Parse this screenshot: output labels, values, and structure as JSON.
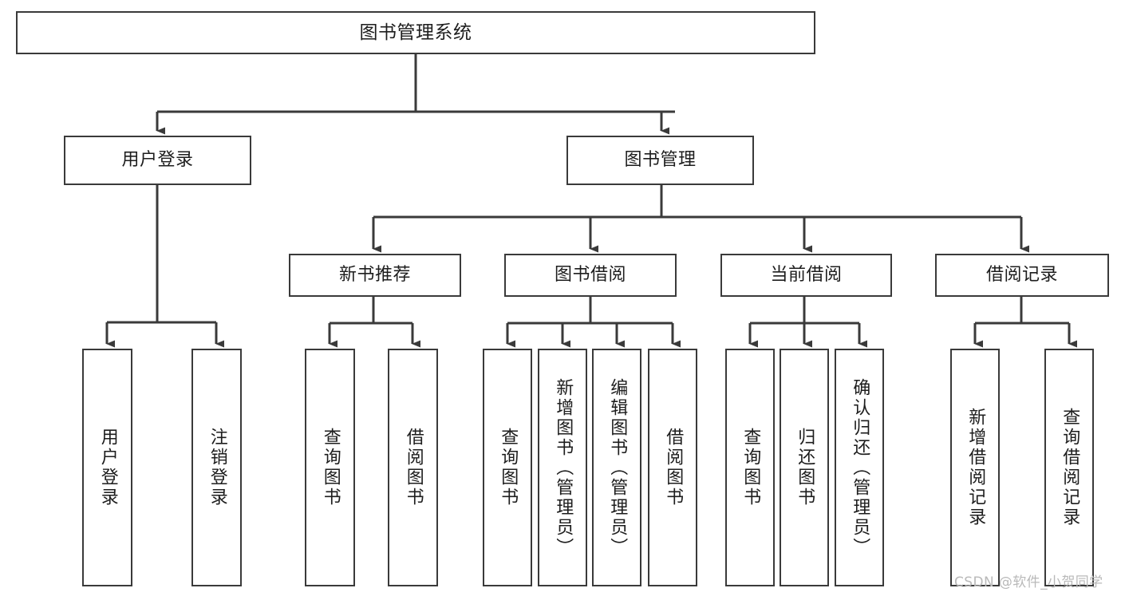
{
  "diagram": {
    "type": "tree",
    "title": "图书管理系统",
    "orientation": "top-down",
    "colors": {
      "box_border": "#3a3a3a",
      "box_fill": "#ffffff",
      "connector": "#3a3a3a",
      "text": "#1d1d1d",
      "background": "#ffffff",
      "watermark": "#b9b9b9"
    }
  },
  "root": {
    "label": "图书管理系统"
  },
  "level2": [
    {
      "label": "用户登录"
    },
    {
      "label": "图书管理"
    }
  ],
  "level3": [
    {
      "label": "新书推荐"
    },
    {
      "label": "图书借阅"
    },
    {
      "label": "当前借阅"
    },
    {
      "label": "借阅记录"
    }
  ],
  "leaves": {
    "user_login": [
      {
        "label": "用户登录"
      },
      {
        "label": "注销登录"
      }
    ],
    "new_book_recommend": [
      {
        "label": "查询图书"
      },
      {
        "label": "借阅图书"
      }
    ],
    "book_borrow": [
      {
        "label": "查询图书"
      },
      {
        "label": "新增图书（管理员）"
      },
      {
        "label": "编辑图书（管理员）"
      },
      {
        "label": "借阅图书"
      }
    ],
    "current_borrow": [
      {
        "label": "查询图书"
      },
      {
        "label": "归还图书"
      },
      {
        "label": "确认归还（管理员）"
      }
    ],
    "borrow_record": [
      {
        "label": "新增借阅记录"
      },
      {
        "label": "查询借阅记录"
      }
    ]
  },
  "watermark": {
    "text": "CSDN @软件_小贺同学"
  }
}
